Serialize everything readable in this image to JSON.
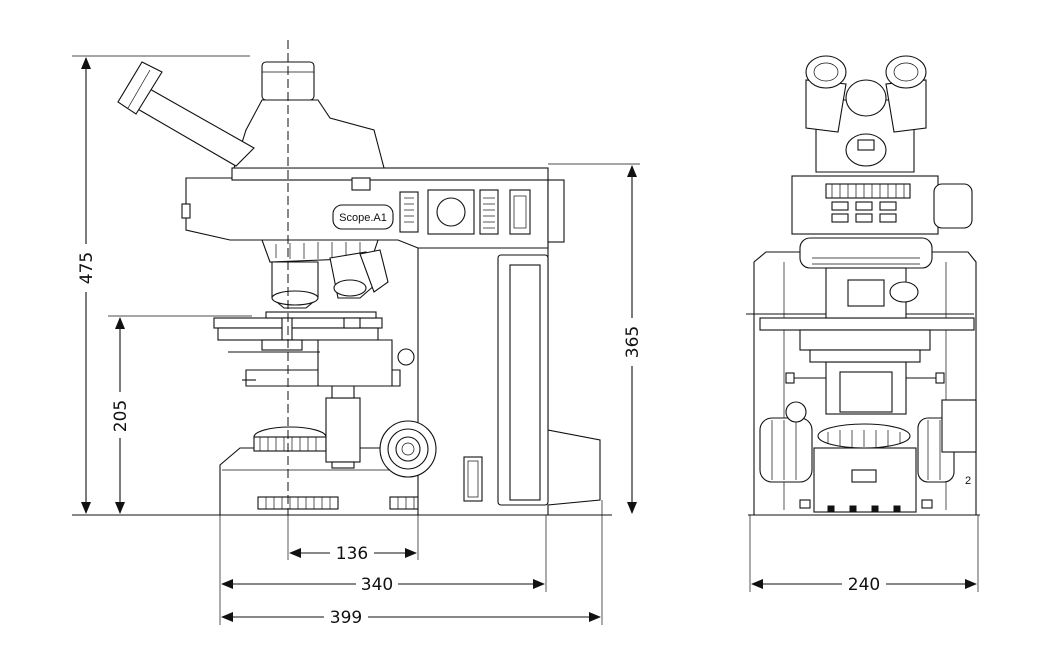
{
  "dimensions": {
    "height_total": "475",
    "height_stage": "205",
    "height_body": "365",
    "width_offset": "136",
    "width_body": "340",
    "width_total": "399",
    "width_front": "240"
  },
  "labels": {
    "model_badge": "Scope.A1",
    "front_marker": "2"
  }
}
